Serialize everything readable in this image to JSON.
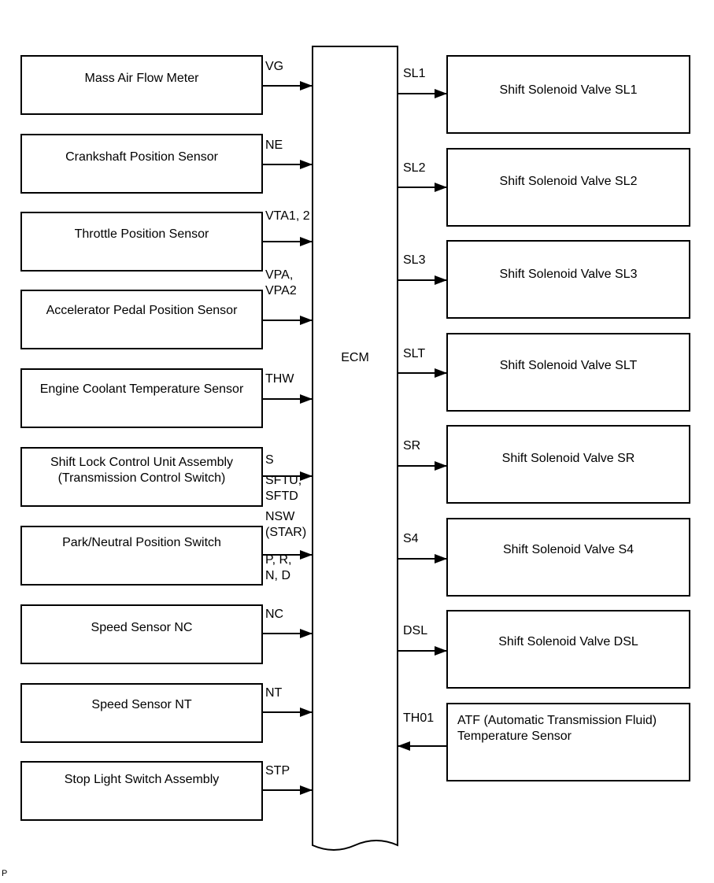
{
  "ecm": {
    "label": "ECM"
  },
  "inputs": [
    {
      "name": "mass-air-flow-meter",
      "label": [
        "Mass Air Flow Meter"
      ],
      "signal": [
        "VG"
      ]
    },
    {
      "name": "crankshaft-position-sensor",
      "label": [
        "Crankshaft Position Sensor"
      ],
      "signal": [
        "NE"
      ]
    },
    {
      "name": "throttle-position-sensor",
      "label": [
        "Throttle Position Sensor"
      ],
      "signal": [
        "VTA1, 2"
      ]
    },
    {
      "name": "accelerator-pedal-position-sensor",
      "label": [
        "Accelerator Pedal Position Sensor"
      ],
      "signal": [
        "VPA,",
        "VPA2"
      ]
    },
    {
      "name": "engine-coolant-temperature-sensor",
      "label": [
        "Engine Coolant Temperature Sensor"
      ],
      "signal": [
        "THW"
      ]
    },
    {
      "name": "shift-lock-control-unit-assembly",
      "label": [
        "Shift Lock Control Unit Assembly",
        "(Transmission Control Switch)"
      ],
      "signal": [
        "S"
      ],
      "signal_below": [
        "SFTU,",
        "SFTD"
      ]
    },
    {
      "name": "park-neutral-position-switch",
      "label": [
        "Park/Neutral Position Switch"
      ],
      "signal": [
        "NSW",
        "(STAR)"
      ],
      "signal_below": [
        "P, R,",
        "N, D"
      ]
    },
    {
      "name": "speed-sensor-nc",
      "label": [
        "Speed Sensor NC"
      ],
      "signal": [
        "NC"
      ]
    },
    {
      "name": "speed-sensor-nt",
      "label": [
        "Speed Sensor NT"
      ],
      "signal": [
        "NT"
      ]
    },
    {
      "name": "stop-light-switch-assembly",
      "label": [
        "Stop Light Switch Assembly"
      ],
      "signal": [
        "STP"
      ]
    }
  ],
  "outputs": [
    {
      "name": "shift-solenoid-valve-sl1",
      "label": [
        "Shift Solenoid Valve SL1"
      ],
      "signal": "SL1"
    },
    {
      "name": "shift-solenoid-valve-sl2",
      "label": [
        "Shift Solenoid Valve SL2"
      ],
      "signal": "SL2"
    },
    {
      "name": "shift-solenoid-valve-sl3",
      "label": [
        "Shift Solenoid Valve SL3"
      ],
      "signal": "SL3"
    },
    {
      "name": "shift-solenoid-valve-slt",
      "label": [
        "Shift Solenoid Valve SLT"
      ],
      "signal": "SLT"
    },
    {
      "name": "shift-solenoid-valve-sr",
      "label": [
        "Shift Solenoid Valve SR"
      ],
      "signal": "SR"
    },
    {
      "name": "shift-solenoid-valve-s4",
      "label": [
        "Shift Solenoid Valve S4"
      ],
      "signal": "S4"
    },
    {
      "name": "shift-solenoid-valve-dsl",
      "label": [
        "Shift Solenoid Valve DSL"
      ],
      "signal": "DSL"
    },
    {
      "name": "atf-temperature-sensor",
      "label": [
        "ATF (Automatic Transmission Fluid)",
        "Temperature Sensor"
      ],
      "signal": "TH01"
    }
  ],
  "corner_mark": "P"
}
